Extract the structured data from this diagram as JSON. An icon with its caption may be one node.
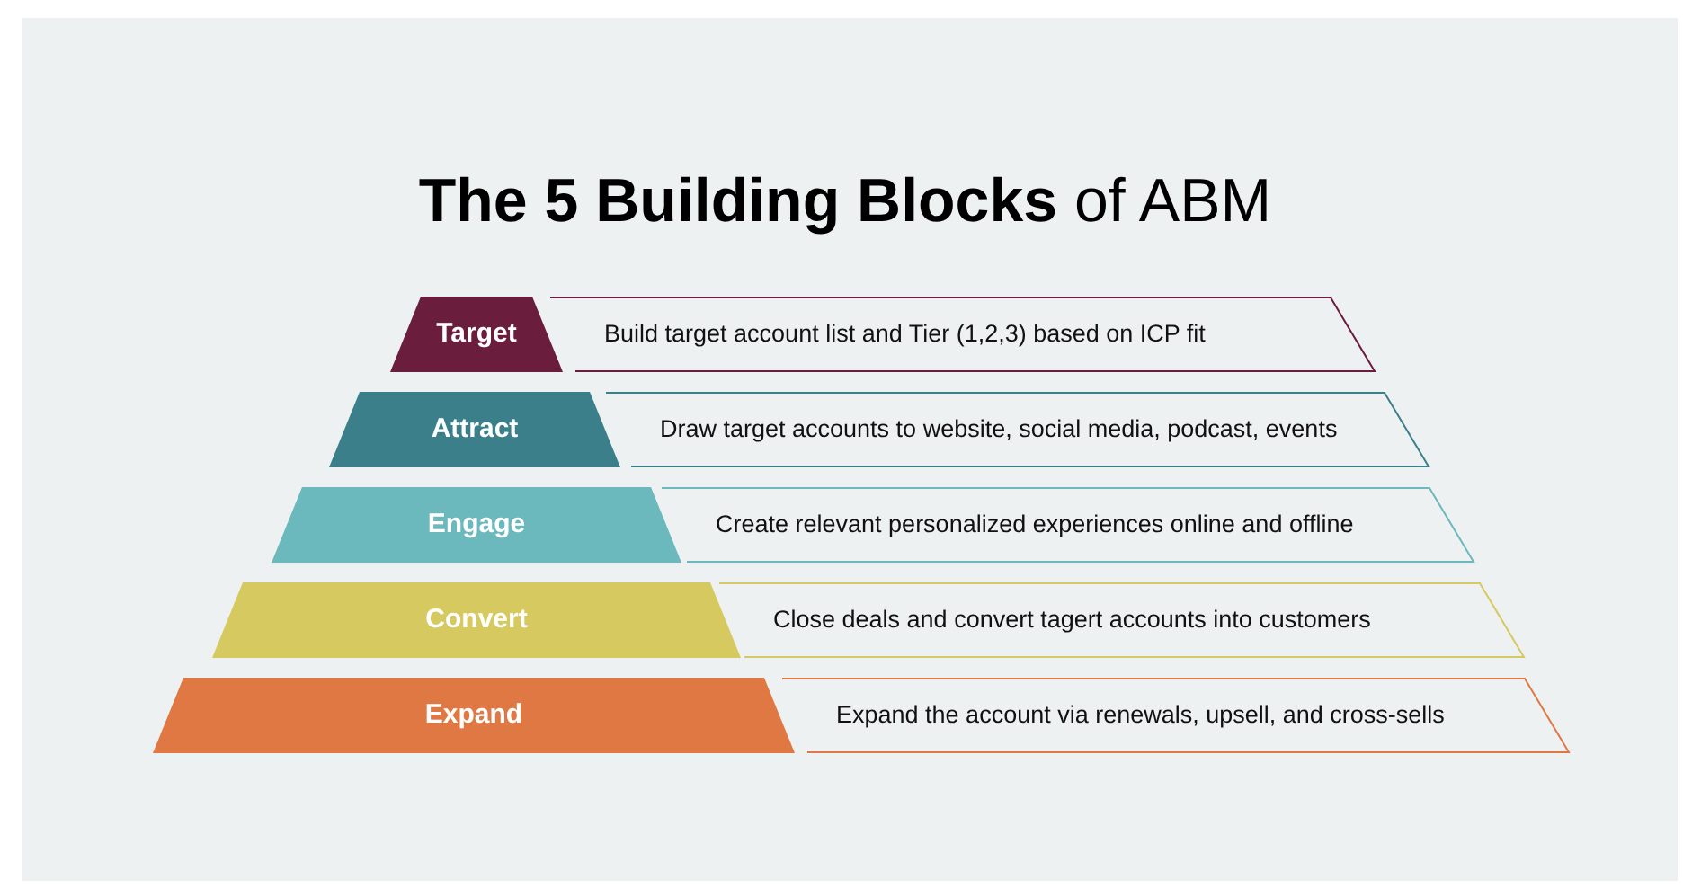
{
  "diagram": {
    "title": "**The 5 Building Blocks** of ABM",
    "nodes": [
      {
        "text": [
          "Target"
        ]
      },
      {
        "text": [
          "Build target account list and Tier (1,2,3) based on ICP fit"
        ]
      },
      {
        "text": [
          "Attract"
        ]
      },
      {
        "text": [
          "Draw target accounts to website, social media, podcast, events"
        ]
      },
      {
        "text": [
          "Engage"
        ]
      },
      {
        "text": [
          "Create relevant personalized experiences online and offline"
        ]
      },
      {
        "text": [
          "Convert"
        ]
      },
      {
        "text": [
          "Close deals and convert tagert accounts into customers"
        ]
      },
      {
        "text": [
          "Expand"
        ]
      },
      {
        "text": [
          "Expand the account via renewals, upsell, and cross-sells"
        ]
      }
    ],
    "edges": []
  }
}
